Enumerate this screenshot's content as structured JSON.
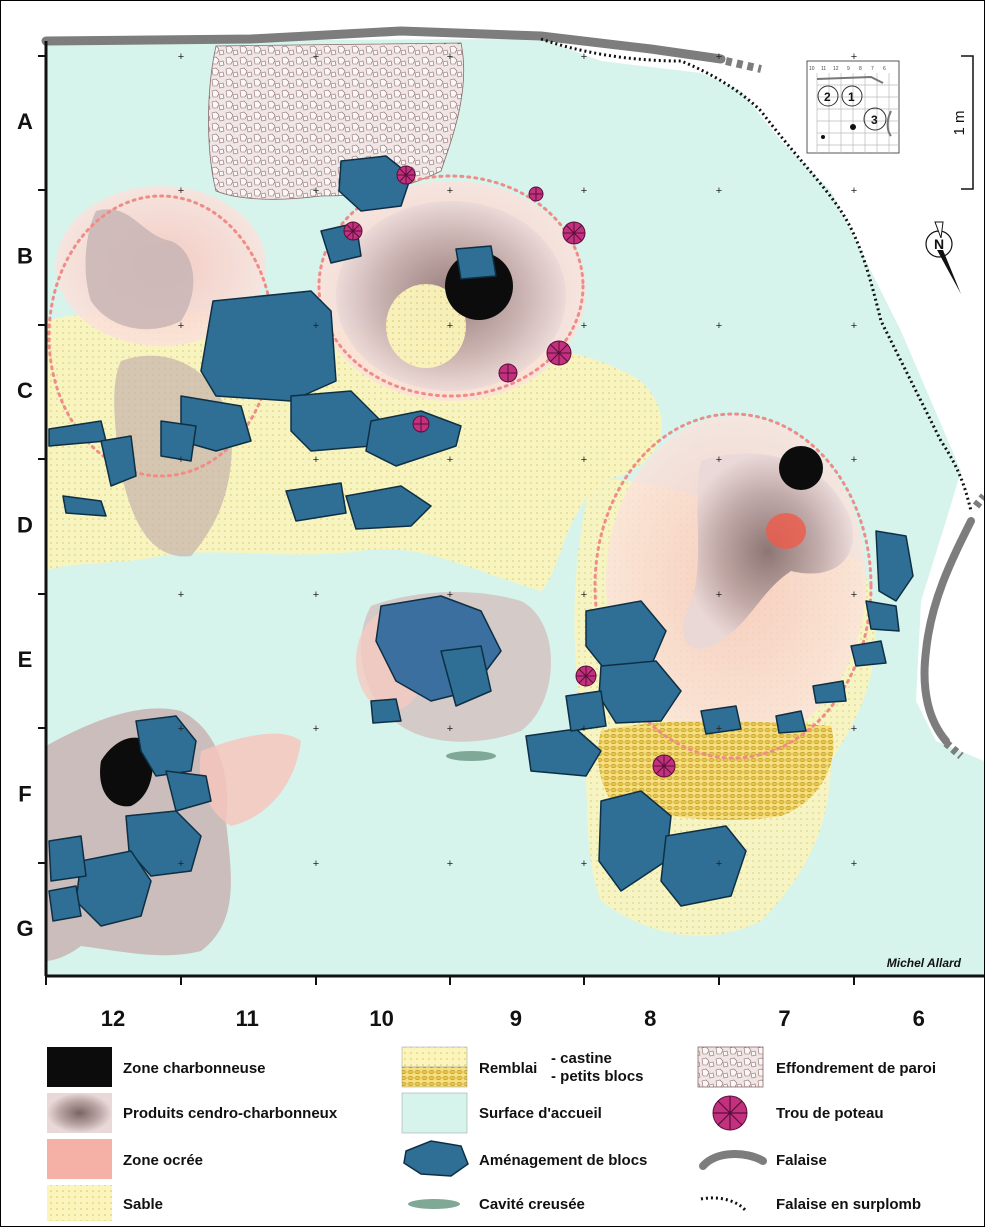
{
  "rows": [
    "A",
    "B",
    "C",
    "D",
    "E",
    "F",
    "G"
  ],
  "columns": [
    "12",
    "11",
    "10",
    "9",
    "8",
    "7",
    "6"
  ],
  "scale_label": "1 m",
  "author": "Michel Allard",
  "inset": {
    "cols": [
      "10",
      "11",
      "12",
      "9",
      "8",
      "7",
      "6"
    ],
    "zones": [
      "2",
      "1",
      "3"
    ]
  },
  "legend": {
    "charbon": "Zone charbonneuse",
    "cendro": "Produits cendro-charbonneux",
    "ocre": "Zone ocrée",
    "sable": "Sable",
    "remblai": "Remblai",
    "remblai_castine": "- castine",
    "remblai_blocs": "- petits blocs",
    "surface": "Surface d'accueil",
    "blocs": "Aménagement de blocs",
    "cavite": "Cavité creusée",
    "effondrement": "Effondrement de paroi",
    "poteau": "Trou de poteau",
    "falaise": "Falaise",
    "surplomb": "Falaise en surplomb"
  },
  "colors": {
    "surface": "#d6f3ec",
    "sable": "#fbf3b4",
    "ocre": "#f4a49a",
    "cendro": "#b9a3a3",
    "charbon": "#0c0c0c",
    "blocs": "#2f6f95",
    "poteau": "#c2307e",
    "falaise": "#7d7d7d",
    "remblai": "#e9cf5a",
    "cavite": "#7fa896",
    "effondrement": "#e9dcdc"
  }
}
